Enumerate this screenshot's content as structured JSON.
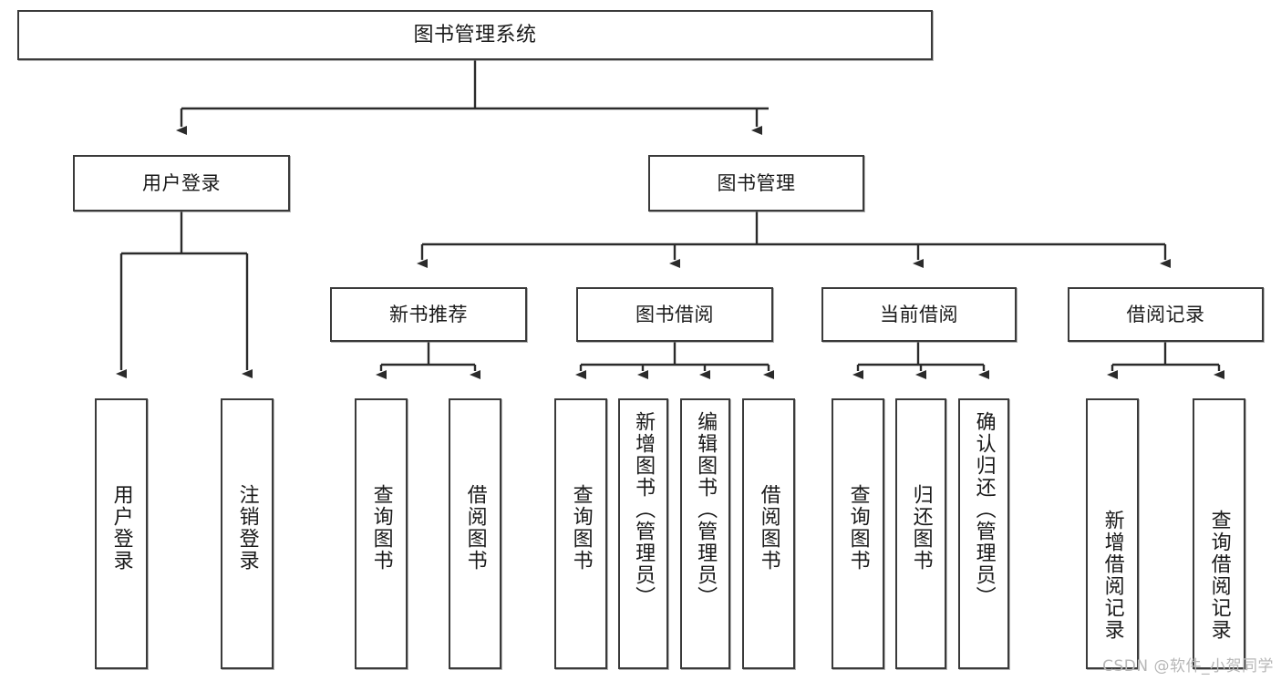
{
  "diagram": {
    "title": "图书管理系统",
    "type": "hierarchy-tree",
    "watermark": "CSDN @软件_小贺同学",
    "colors": {
      "box_border": "#3a3a3a",
      "box_fill": "#ffffff",
      "text": "#1a1a1a",
      "connector": "#2b2b2b",
      "watermark": "#b7b7b7"
    },
    "levels": {
      "root": {
        "label": "图书管理系统"
      },
      "level2": [
        {
          "id": "user-login",
          "label": "用户登录"
        },
        {
          "id": "book-management",
          "label": "图书管理"
        }
      ],
      "level3": [
        {
          "id": "new-book-recommend",
          "label": "新书推荐",
          "parent": "book-management"
        },
        {
          "id": "book-borrow",
          "label": "图书借阅",
          "parent": "book-management"
        },
        {
          "id": "current-borrow",
          "label": "当前借阅",
          "parent": "book-management"
        },
        {
          "id": "borrow-records",
          "label": "借阅记录",
          "parent": "book-management"
        }
      ],
      "leaves": [
        {
          "id": "leaf-user-login",
          "label": "用户登录",
          "parent": "user-login"
        },
        {
          "id": "leaf-logout-login",
          "label": "注销登录",
          "parent": "user-login"
        },
        {
          "id": "leaf-query-book-1",
          "label": "查询图书",
          "parent": "new-book-recommend"
        },
        {
          "id": "leaf-borrow-book-1",
          "label": "借阅图书",
          "parent": "new-book-recommend"
        },
        {
          "id": "leaf-query-book-2",
          "label": "查询图书",
          "parent": "book-borrow"
        },
        {
          "id": "leaf-add-book",
          "label": "新增图书（管理员）",
          "parent": "book-borrow"
        },
        {
          "id": "leaf-edit-book",
          "label": "编辑图书（管理员）",
          "parent": "book-borrow"
        },
        {
          "id": "leaf-borrow-book-2",
          "label": "借阅图书",
          "parent": "book-borrow"
        },
        {
          "id": "leaf-query-book-3",
          "label": "查询图书",
          "parent": "current-borrow"
        },
        {
          "id": "leaf-return-book",
          "label": "归还图书",
          "parent": "current-borrow"
        },
        {
          "id": "leaf-confirm-return",
          "label": "确认归还（管理员）",
          "parent": "current-borrow"
        },
        {
          "id": "leaf-add-record",
          "label": "新增借阅记录",
          "parent": "borrow-records"
        },
        {
          "id": "leaf-query-record",
          "label": "查询借阅记录",
          "parent": "borrow-records"
        }
      ]
    }
  }
}
